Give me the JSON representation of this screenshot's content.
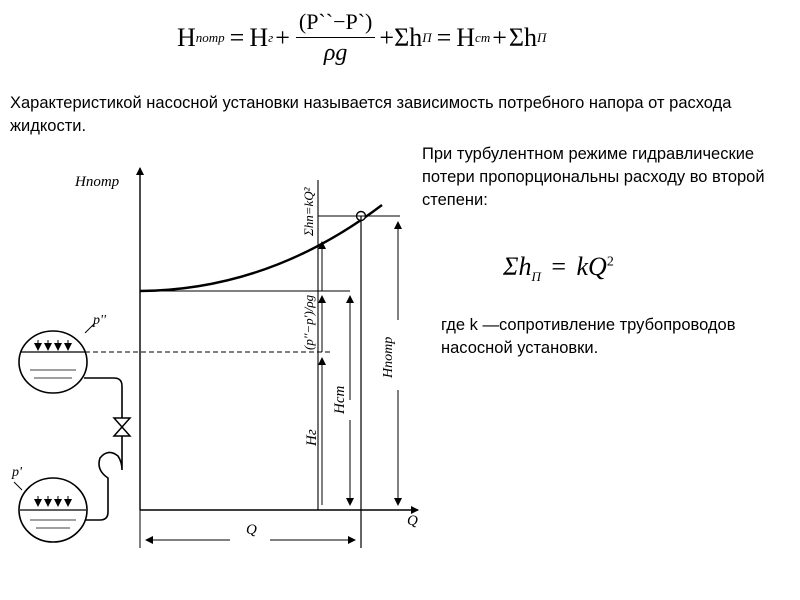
{
  "formulas": {
    "head_balance": {
      "lhs_symbol": "H",
      "lhs_sub": "потр",
      "eq1": "=",
      "hg_symbol": "H",
      "hg_sub": "г",
      "plus1": "+",
      "fraction_num": "(P``−P`)",
      "fraction_den": "ρg",
      "plus2": "+",
      "sum_h": "Σh",
      "sum_h_sub": "П",
      "eq2": "=",
      "hst_symbol": "H",
      "hst_sub": "ст",
      "plus3": "+",
      "sum_h2": "Σh",
      "sum_h2_sub": "П"
    },
    "loss": {
      "lhs": "Σh",
      "lhs_sub": "П",
      "eq": "=",
      "rhs": "kQ",
      "rhs_sup": "2"
    }
  },
  "text": {
    "intro": "Характеристикой насосной установки называется зависимость потребного напора от расхода жидкости.",
    "turbulent": "При турбулентном режиме гидравлические потери пропорциональны расходу во второй степени:",
    "where_k": "где k —сопротивление трубопроводов насосной установки."
  },
  "diagram": {
    "y_axis_label": "Hпотр",
    "x_axis_label": "Q",
    "q_dim_label": "Q",
    "p_upper_label": "p''",
    "p_lower_label": "p'",
    "curve_label": "Σhп=kQ²",
    "pressure_term_label": "(p''−p')/ρg",
    "hg_label": "Hг",
    "hst_label": "Hст",
    "hpotr_dim_label": "Hпотр"
  }
}
